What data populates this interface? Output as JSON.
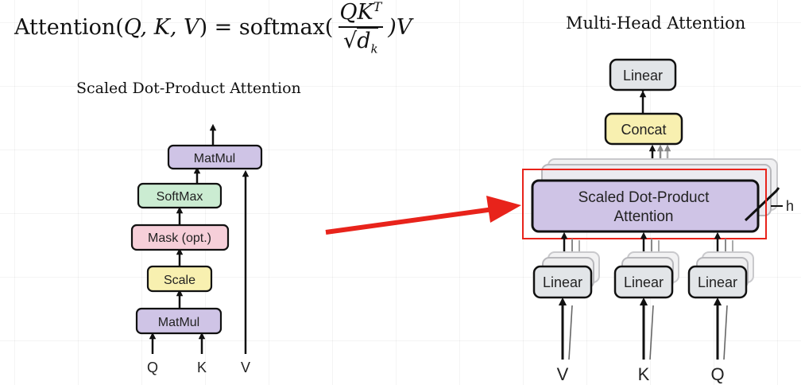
{
  "formula": {
    "lhs": "Attention(",
    "args": "Q, K, V",
    "eq": ") = softmax(",
    "numerator": "QK",
    "numerator_sup": "T",
    "denominator_var": "d",
    "denominator_sub": "k",
    "tail": ")V"
  },
  "scaled_dot_product": {
    "title": "Scaled Dot-Product Attention",
    "blocks": [
      {
        "label": "MatMul",
        "color": "#cfc4e6"
      },
      {
        "label": "SoftMax",
        "color": "#cbecd2"
      },
      {
        "label": "Mask (opt.)",
        "color": "#f6cfd9"
      },
      {
        "label": "Scale",
        "color": "#f8f0b0"
      },
      {
        "label": "MatMul",
        "color": "#cfc4e6"
      }
    ],
    "inputs": [
      "Q",
      "K",
      "V"
    ]
  },
  "multi_head": {
    "title": "Multi-Head Attention",
    "linear_top": "Linear",
    "concat": "Concat",
    "attention_line1": "Scaled Dot-Product",
    "attention_line2": "Attention",
    "heads_label": "h",
    "linear_inputs": [
      "Linear",
      "Linear",
      "Linear"
    ],
    "inputs": [
      "V",
      "K",
      "Q"
    ]
  },
  "colors": {
    "purple": "#cfc4e6",
    "green": "#cbecd2",
    "pink": "#f6cfd9",
    "yellow": "#f8f0b0",
    "gray": "#e2e5e8",
    "highlight": "#e8231b"
  }
}
